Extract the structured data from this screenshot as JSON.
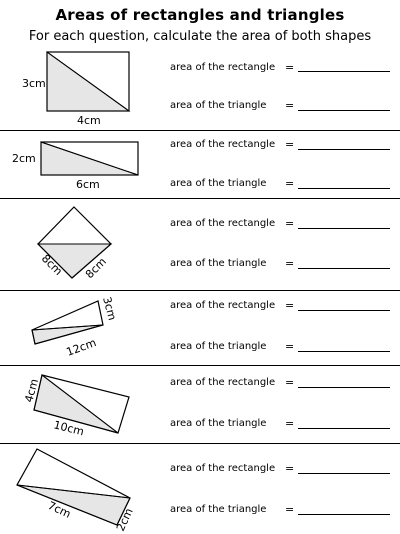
{
  "worksheet": {
    "title": "Areas of rectangles and triangles",
    "subtitle": "For each question, calculate the area of both shapes"
  },
  "questions": [
    {
      "rect_label": "area of the rectangle",
      "tri_label": "area of the triangle",
      "equals": "=",
      "dims": [
        "3cm",
        "4cm"
      ]
    },
    {
      "rect_label": "area of the rectangle",
      "tri_label": "area of the triangle",
      "equals": "=",
      "dims": [
        "2cm",
        "6cm"
      ]
    },
    {
      "rect_label": "area of the rectangle",
      "tri_label": "area of the triangle",
      "equals": "=",
      "dims": [
        "8cm",
        "8cm"
      ]
    },
    {
      "rect_label": "area of the rectangle",
      "tri_label": "area of the triangle",
      "equals": "=",
      "dims": [
        "3cm",
        "12cm"
      ]
    },
    {
      "rect_label": "area of the rectangle",
      "tri_label": "area of the triangle",
      "equals": "=",
      "dims": [
        "4cm",
        "10cm"
      ]
    },
    {
      "rect_label": "area of the rectangle",
      "tri_label": "area of the triangle",
      "equals": "=",
      "dims": [
        "7cm",
        "2cm"
      ]
    }
  ],
  "colors": {
    "triangle_fill": "#e6e6e6",
    "ink": "#000000"
  }
}
